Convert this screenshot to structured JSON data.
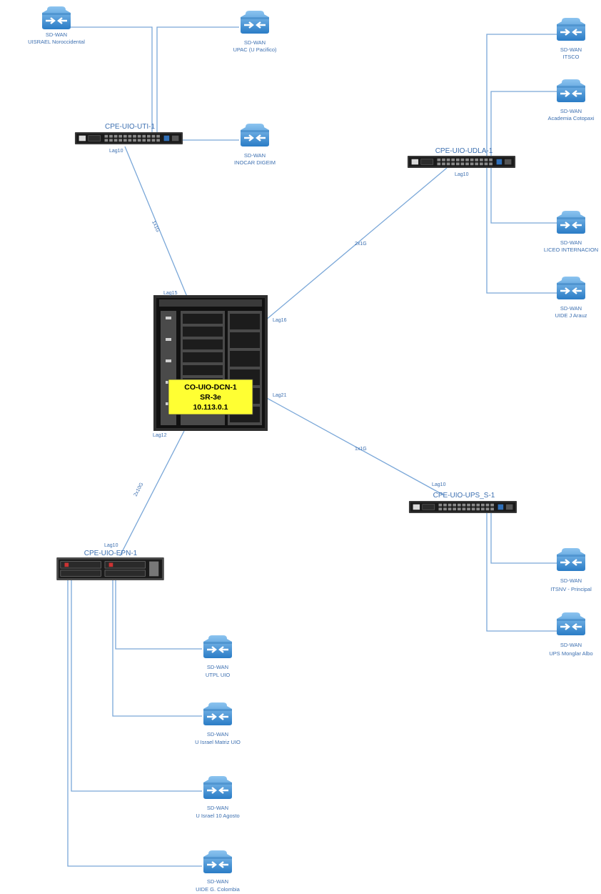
{
  "colors": {
    "line": "#7aa7d8",
    "label": "#3c6fb0",
    "node_text": "#3c6fb0",
    "router_fill": "#ffff33",
    "sdwan_top": "#6fb0e8",
    "sdwan_bottom": "#2e83cc"
  },
  "icons": {
    "sdwan": "sdwan-node-icon",
    "switch": "switch-chassis-icon",
    "router": "router-chassis-icon"
  },
  "core": {
    "line1": "CO-UIO-DCN-1",
    "line2": "SR-3e",
    "line3": "10.113.0.1",
    "lag_top": "Lag15",
    "lag_right": "Lag16",
    "lag_right2": "Lag21",
    "lag_bottom": "Lag12"
  },
  "cpe": {
    "uti": {
      "name": "CPE-UIO-UTI-1",
      "lag": "Lag10",
      "link": "1x1G"
    },
    "udla": {
      "name": "CPE-UIO-UDLA-1",
      "lag": "Lag10",
      "link": "2x1G"
    },
    "ups": {
      "name": "CPE-UIO-UPS_S-1",
      "lag": "Lag10",
      "link": "1x1G"
    },
    "epn": {
      "name": "CPE-UIO-EPN-1",
      "lag": "Lag10",
      "link": "2x10G"
    }
  },
  "sdwan_type": "SD-WAN",
  "sites": {
    "uisrael": "UISRAEL Noroccidental",
    "upac": "UPAC (U Pacifico)",
    "inocar": "INOCAR DIGEIM",
    "itsco": "ITSCO",
    "cotopaxi": "Academia Cotopaxi",
    "liceo": "LICEO INTERNACION",
    "uide_arauz": "UIDE J Arauz",
    "itsnv": "ITSNV - Principal",
    "ups_monglar": "UPS Monglar Albo",
    "utpl": "UTPL UIO",
    "uisrael_matriz": "U Israel Matriz UIO",
    "uisrael_10": "U Israel 10 Agosto",
    "uide_colombia": "UIDE G. Colombia"
  }
}
